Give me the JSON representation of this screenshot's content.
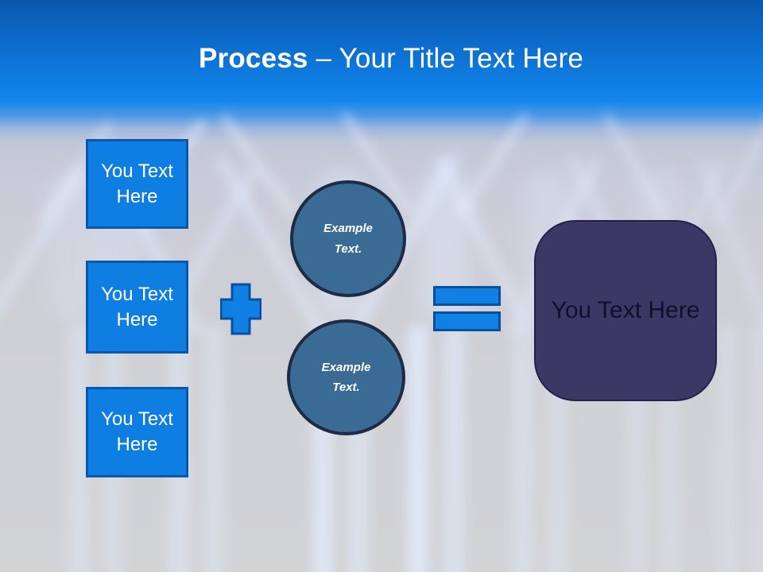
{
  "title": {
    "bold": "Process",
    "rest": "– Your Title Text Here"
  },
  "inputs": [
    {
      "label": "You Text Here"
    },
    {
      "label": "You Text Here"
    },
    {
      "label": "You Text Here"
    }
  ],
  "examples": [
    {
      "line1": "Example",
      "line2": "Text."
    },
    {
      "line1": "Example",
      "line2": "Text."
    }
  ],
  "result": {
    "label": "You Text Here"
  },
  "colors": {
    "header_top": "#0a57ad",
    "header_bottom": "#1384eb",
    "canvas": "#d2d3d5",
    "title_text": "#ffffff",
    "input_fill": "#0e7ee2",
    "input_border": "#0b58aa",
    "circle_fill": "#3a6b94",
    "circle_border": "#1d2c44",
    "operator_fill": "#1080e4",
    "operator_border": "#0a4f9e",
    "result_fill": "#3b3866",
    "result_border": "#23214a",
    "result_text": "#10102a"
  }
}
